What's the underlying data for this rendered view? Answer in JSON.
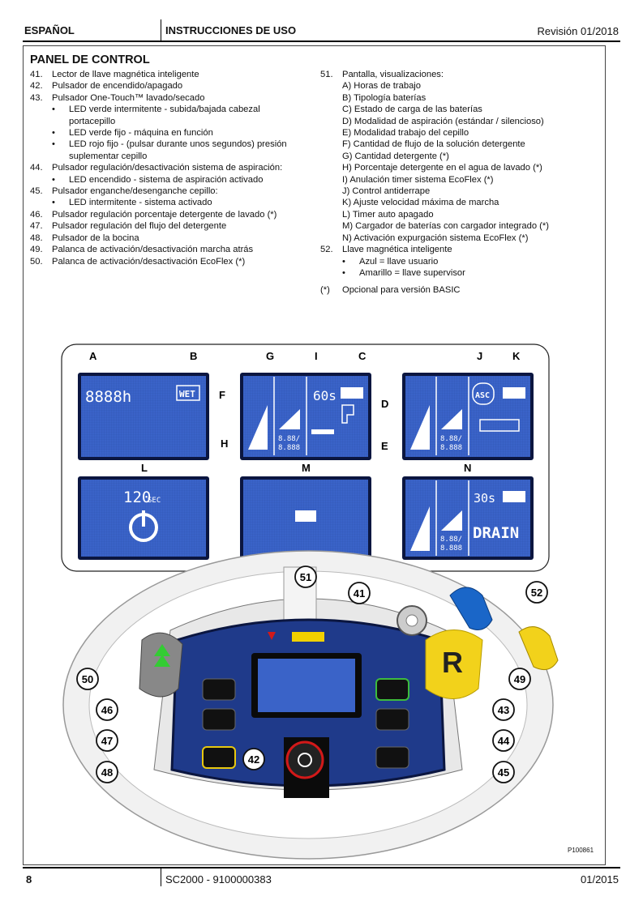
{
  "header": {
    "language": "ESPAÑOL",
    "section": "INSTRUCCIONES DE USO",
    "revision": "Revisión 01/2018"
  },
  "footer": {
    "page": "8",
    "model": "SC2000 - 9100000383",
    "date": "01/2015"
  },
  "title": "PANEL DE CONTROL",
  "left_items": [
    {
      "num": "41.",
      "text": "Lector de llave magnética inteligente"
    },
    {
      "num": "42.",
      "text": "Pulsador de encendido/apagado"
    },
    {
      "num": "43.",
      "text": "Pulsador One-Touch™ lavado/secado"
    },
    {
      "bullet": "LED verde intermitente - subida/bajada cabezal"
    },
    {
      "cont": "portacepillo"
    },
    {
      "bullet": "LED verde fijo - máquina en función"
    },
    {
      "bullet": "LED rojo fijo - (pulsar durante unos segundos) presión"
    },
    {
      "cont": "suplementar cepillo"
    },
    {
      "num": "44.",
      "text": "Pulsador regulación/desactivación sistema de aspiración:"
    },
    {
      "bullet": "LED encendido - sistema de aspiración activado"
    },
    {
      "num": "45.",
      "text": "Pulsador enganche/desenganche cepillo:"
    },
    {
      "bullet": "LED intermitente - sistema activado"
    },
    {
      "num": "46.",
      "text": "Pulsador regulación porcentaje detergente de lavado (*)"
    },
    {
      "num": "47.",
      "text": "Pulsador regulación del flujo del detergente"
    },
    {
      "num": "48.",
      "text": "Pulsador de la bocina"
    },
    {
      "num": "49.",
      "text": "Palanca de activación/desactivación marcha atrás"
    },
    {
      "num": "50.",
      "text": "Palanca de activación/desactivación EcoFlex (*)"
    }
  ],
  "right_items": [
    {
      "num": "51.",
      "text": "Pantalla, visualizaciones:"
    },
    {
      "sub": "A) Horas de trabajo"
    },
    {
      "sub": "B) Tipología baterías"
    },
    {
      "sub": "C) Estado de carga de las baterías"
    },
    {
      "sub": "D) Modalidad de aspiración (estándar / silencioso)"
    },
    {
      "sub": "E) Modalidad trabajo del cepillo"
    },
    {
      "sub": "F) Cantidad de flujo de la solución detergente"
    },
    {
      "sub": "G) Cantidad detergente (*)"
    },
    {
      "sub": "H) Porcentaje detergente en el agua de lavado (*)"
    },
    {
      "sub": "I) Anulación timer sistema EcoFlex (*)"
    },
    {
      "sub": "J) Control antiderrape"
    },
    {
      "sub": "K) Ajuste velocidad máxima de marcha"
    },
    {
      "sub": "L) Timer auto apagado"
    },
    {
      "sub": "M) Cargador de baterías con cargador integrado (*)"
    },
    {
      "sub": "N) Activación expurgación sistema EcoFlex (*)"
    },
    {
      "num": "52.",
      "text": "Llave magnética inteligente"
    },
    {
      "bullet": "Azul = llave usuario"
    },
    {
      "bullet": "Amarillo = llave supervisor"
    }
  ],
  "note": {
    "mark": "(*)",
    "text": "Opcional para versión BASIC"
  },
  "screen_letters": [
    "A",
    "B",
    "G",
    "I",
    "C",
    "J",
    "K",
    "F",
    "D",
    "H",
    "E",
    "L",
    "M",
    "N"
  ],
  "screen_text": {
    "hours": "8888h",
    "battery_type": "WET",
    "timer1": "60s",
    "pct": "8.88/",
    "pct2": "8.888",
    "asc": "ASC",
    "sec": "120",
    "sec_unit": "SEC",
    "timer2": "30s",
    "drain": "DRAIN"
  },
  "callouts": [
    "51",
    "41",
    "52",
    "50",
    "49",
    "46",
    "43",
    "47",
    "44",
    "48",
    "42",
    "45"
  ],
  "image_code": "P100861",
  "colors": {
    "screen": "#3a63c8",
    "screen_dark": "#0b1640",
    "panel": "#1f3a8a",
    "key_blue": "#1a66c8",
    "key_yellow": "#f2d21b"
  }
}
